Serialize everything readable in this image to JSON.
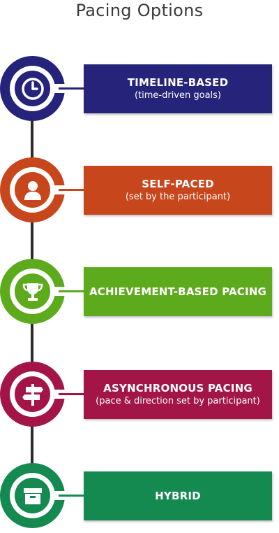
{
  "title": "Pacing Options",
  "colors": {
    "timeline": "#25237a",
    "self_paced": "#c8461c",
    "achievement": "#5eaa1d",
    "asynchronous": "#a31546",
    "hybrid": "#148a50",
    "spine": "#2b2b2b"
  },
  "steps": [
    {
      "icon": "clock-icon",
      "title": "TIMELINE-BASED",
      "subtitle": "(time-driven goals)"
    },
    {
      "icon": "person-icon",
      "title": "SELF-PACED",
      "subtitle": "(set by the participant)"
    },
    {
      "icon": "trophy-icon",
      "title": "ACHIEVEMENT-BASED PACING",
      "subtitle": ""
    },
    {
      "icon": "signpost-icon",
      "title": "ASYNCHRONOUS PACING",
      "subtitle": "(pace & direction set by participant)"
    },
    {
      "icon": "archive-box-icon",
      "title": "HYBRID",
      "subtitle": ""
    }
  ]
}
